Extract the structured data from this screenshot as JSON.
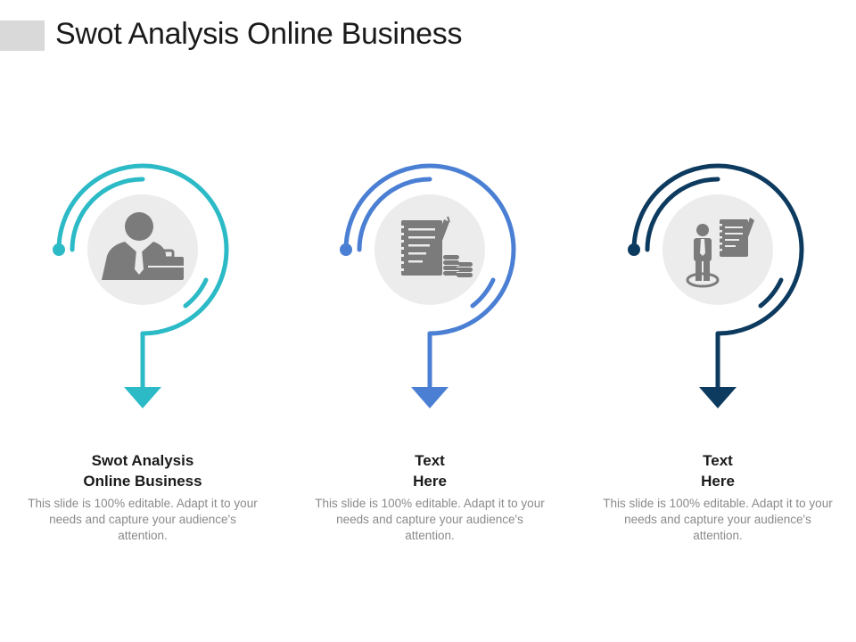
{
  "header": {
    "title": "Swot Analysis  Online Business"
  },
  "steps": [
    {
      "heading_line1": "Swot Analysis",
      "heading_line2": "Online Business",
      "description": "This slide is 100% editable. Adapt it to your needs and capture your audience's attention.",
      "color": "#2bbac6",
      "icon": "businessman-briefcase-icon"
    },
    {
      "heading_line1": "Text",
      "heading_line2": "Here",
      "description": "This slide is 100% editable. Adapt it to your needs and capture your audience's attention.",
      "color": "#4a7fd4",
      "icon": "notebook-pen-coins-icon"
    },
    {
      "heading_line1": "Text",
      "heading_line2": "Here",
      "description": "This slide is 100% editable. Adapt it to your needs and capture your audience's attention.",
      "color": "#0d3a5f",
      "icon": "person-notepad-icon"
    }
  ],
  "colors": {
    "icon_gray": "#7b7b7b",
    "icon_circle": "#ececec"
  }
}
